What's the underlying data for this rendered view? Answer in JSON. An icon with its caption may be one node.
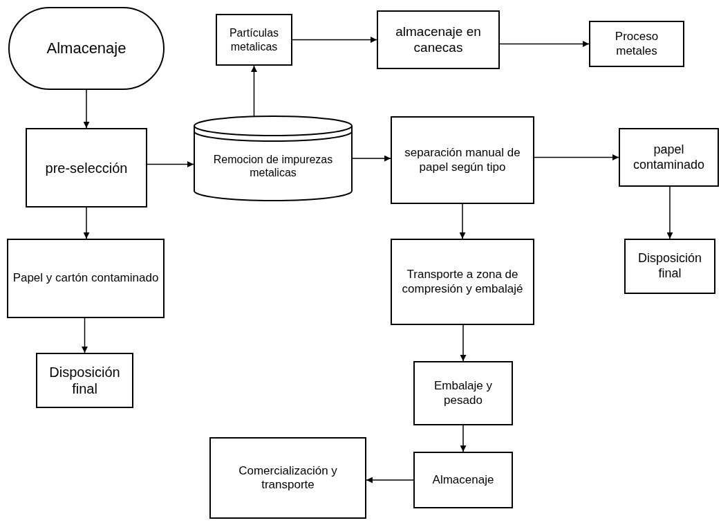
{
  "diagram": {
    "nodes": [
      {
        "text": [
          "Almacenaje"
        ]
      },
      {
        "text": [
          "pre-selección"
        ]
      },
      {
        "text": [
          "Papel y cartón contaminado"
        ]
      },
      {
        "text": [
          "Disposición final"
        ]
      },
      {
        "text": [
          "Partículas metalicas"
        ]
      },
      {
        "text": [
          "almacenaje en canecas"
        ]
      },
      {
        "text": [
          "Proceso metales"
        ]
      },
      {
        "text": [
          "Remocion de impurezas metalicas"
        ]
      },
      {
        "text": [
          "separación manual de papel según tipo"
        ]
      },
      {
        "text": [
          "papel contaminado"
        ]
      },
      {
        "text": [
          "Disposición final"
        ]
      },
      {
        "text": [
          "Transporte a zona de compresión y embalajé"
        ]
      },
      {
        "text": [
          "Embalaje y pesado"
        ]
      },
      {
        "text": [
          "Almacenaje"
        ]
      },
      {
        "text": [
          "Comercialización y transporte"
        ]
      }
    ],
    "edges": [
      {
        "from": 0,
        "to": 1,
        "arrow": "to"
      },
      {
        "from": 1,
        "to": 7,
        "arrow": "to"
      },
      {
        "from": 1,
        "to": 2,
        "arrow": "to"
      },
      {
        "from": 2,
        "to": 3,
        "arrow": "to"
      },
      {
        "from": 7,
        "to": 4,
        "arrow": "to"
      },
      {
        "from": 4,
        "to": 5,
        "arrow": "to"
      },
      {
        "from": 5,
        "to": 6,
        "arrow": "to"
      },
      {
        "from": 7,
        "to": 8,
        "arrow": "to"
      },
      {
        "from": 8,
        "to": 9,
        "arrow": "to"
      },
      {
        "from": 9,
        "to": 10,
        "arrow": "to"
      },
      {
        "from": 8,
        "to": 11,
        "arrow": "to"
      },
      {
        "from": 11,
        "to": 12,
        "arrow": "to"
      },
      {
        "from": 12,
        "to": 13,
        "arrow": "to"
      },
      {
        "from": 13,
        "to": 14,
        "arrow": "to"
      }
    ]
  }
}
